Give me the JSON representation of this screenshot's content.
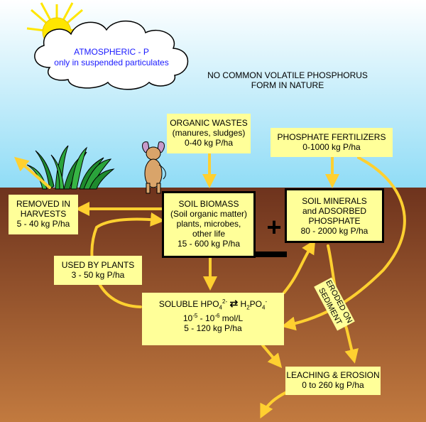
{
  "atmosphere": {
    "line1": "ATMOSPHERIC - P",
    "line2": "only in suspended particulates"
  },
  "note": {
    "line1": "NO COMMON VOLATILE PHOSPHORUS",
    "line2": "FORM IN NATURE"
  },
  "organic_wastes": {
    "line1": "ORGANIC WASTES",
    "line2": "(manures, sludges)",
    "line3": "0-40 kg P/ha"
  },
  "fertilizers": {
    "line1": "PHOSPHATE FERTILIZERS",
    "line2": "0-1000 kg P/ha"
  },
  "harvests": {
    "line1": "REMOVED IN",
    "line2": "HARVESTS",
    "line3": "5 - 40 kg P/ha"
  },
  "biomass": {
    "line1": "SOIL BIOMASS",
    "line2": "(Soil organic matter)",
    "line3": "plants, microbes,",
    "line4": "other life",
    "line5": "15 - 600 kg P/ha"
  },
  "minerals": {
    "line1": "SOIL MINERALS",
    "line2": "and ADSORBED",
    "line3": "PHOSPHATE",
    "line4": "80 - 2000 kg P/ha"
  },
  "plus": "+",
  "used_by_plants": {
    "line1": "USED BY PLANTS",
    "line2": "3 - 50 kg P/ha"
  },
  "soluble": {
    "prefix": "SOLUBLE HPO",
    "sub1": "4",
    "sup1": "2-",
    "arrows": "⇄",
    "form2": "H",
    "sub2a": "2",
    "form2b": "PO",
    "sub2b": "4",
    "sup2": "-",
    "conc_a": "10",
    "exp_a": "-5",
    "conc_sep": " - 10",
    "exp_b": "-6",
    "conc_unit": " mol/L",
    "amount": "5 - 120 kg P/ha"
  },
  "eroded": {
    "line1": "ERODED ON",
    "line2": "SEDIMENT"
  },
  "leaching": {
    "line1": "LEACHING & EROSION",
    "line2": "0 to 260 kg P/ha"
  },
  "colors": {
    "sky": "#aee6f9",
    "soil_top": "#7b3d22",
    "soil_bottom": "#b4703a",
    "box_fill": "#ffff99",
    "arrow": "#ffd030",
    "text_blue": "#1a1aff"
  }
}
